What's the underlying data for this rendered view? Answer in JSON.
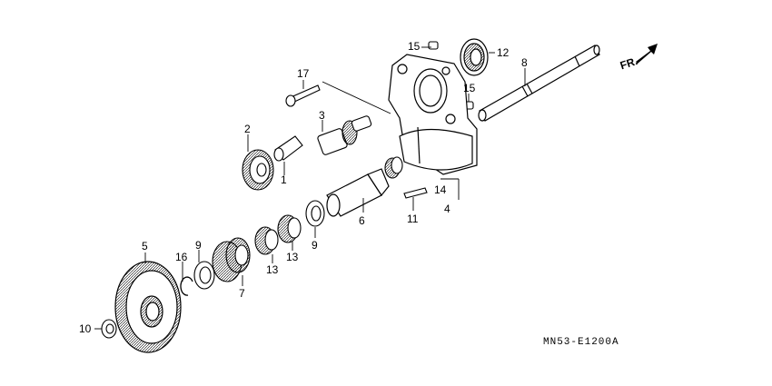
{
  "diagram": {
    "direction_label": "FR.",
    "drawing_code": "MN53-E1200A",
    "parts": [
      {
        "id": "1",
        "label": "1"
      },
      {
        "id": "2",
        "label": "2"
      },
      {
        "id": "3",
        "label": "3"
      },
      {
        "id": "4",
        "label": "4"
      },
      {
        "id": "5",
        "label": "5"
      },
      {
        "id": "6",
        "label": "6"
      },
      {
        "id": "7",
        "label": "7"
      },
      {
        "id": "8",
        "label": "8"
      },
      {
        "id": "9a",
        "label": "9"
      },
      {
        "id": "9b",
        "label": "9"
      },
      {
        "id": "10",
        "label": "10"
      },
      {
        "id": "11",
        "label": "11"
      },
      {
        "id": "12",
        "label": "12"
      },
      {
        "id": "13a",
        "label": "13"
      },
      {
        "id": "13b",
        "label": "13"
      },
      {
        "id": "14",
        "label": "14"
      },
      {
        "id": "15a",
        "label": "15"
      },
      {
        "id": "15b",
        "label": "15"
      },
      {
        "id": "16",
        "label": "16"
      },
      {
        "id": "17",
        "label": "17"
      }
    ]
  }
}
